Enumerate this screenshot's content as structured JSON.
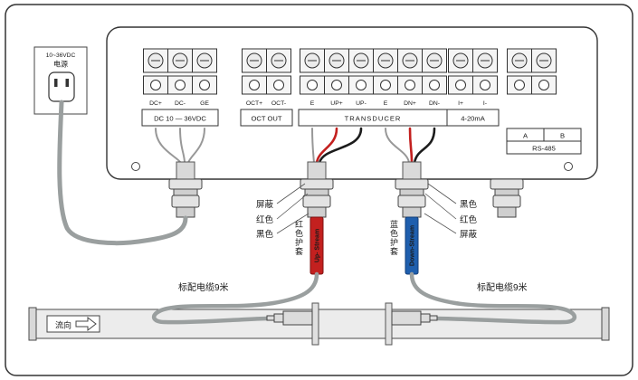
{
  "power": {
    "voltage": "10~36VDC",
    "label": "电源"
  },
  "terminals": {
    "dc_pins": [
      "DC+",
      "DC-",
      "GE"
    ],
    "dc_box": "DC 10 — 36VDC",
    "oct_pins": [
      "OCT+",
      "OCT-"
    ],
    "oct_box": "OCT OUT",
    "transducer_pins": [
      "E",
      "UP+",
      "UP-",
      "E",
      "DN+",
      "DN-"
    ],
    "transducer_box": "TRANSDUCER",
    "current_pins": [
      "I+",
      "I-"
    ],
    "current_box": "4-20mA",
    "rs485_a": "A",
    "rs485_b": "B",
    "rs485_box": "RS-485"
  },
  "wire_labels": {
    "left": [
      "屏蔽",
      "红色",
      "黑色"
    ],
    "right": [
      "黑色",
      "红色",
      "屏蔽"
    ]
  },
  "sleeves": {
    "up": {
      "jacket_label": "红色护套",
      "text": "Up- Stream",
      "color": "#c3201f",
      "edge": "#7e1010"
    },
    "down": {
      "jacket_label": "蓝色护套",
      "text": "Down-Stream",
      "color": "#1f5fae",
      "edge": "#123c78"
    }
  },
  "cable_notes": {
    "left": "标配电缆9米",
    "right": "标配电缆9米"
  },
  "pipe": {
    "flow_label": "流向"
  },
  "colors": {
    "wire_red": "#c3201f",
    "wire_black": "#1c1c1c",
    "wire_shield": "#989898",
    "cable_gray": "#9a9f9f",
    "note_olive": "#7d7400"
  }
}
